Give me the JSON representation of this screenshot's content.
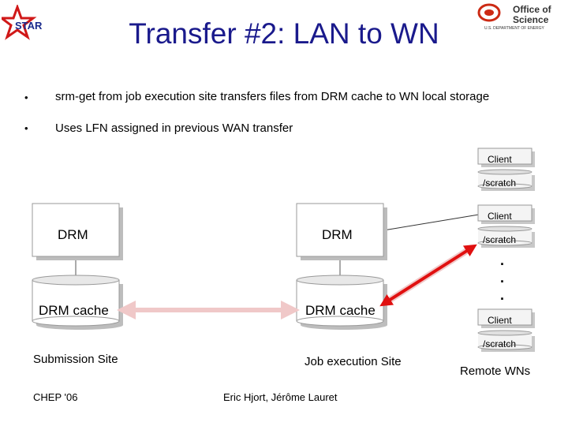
{
  "slide": {
    "title": "Transfer #2: LAN to WN",
    "logos": {
      "star": "STAR",
      "office_line1": "Office of",
      "office_line2": "Science",
      "office_sub": "U.S. DEPARTMENT OF ENERGY"
    },
    "bullets": [
      {
        "text": "srm-get from job execution site transfers files from DRM cache to WN local storage"
      },
      {
        "text": "Uses LFN assigned in previous WAN transfer"
      }
    ],
    "diagram": {
      "drm_label": "DRM",
      "drm_cache_label": "DRM cache",
      "submission_site": "Submission Site",
      "job_execution_site": "Job execution Site",
      "remote_wns": "Remote WNs",
      "client_label": "Client",
      "scratch_label": "/scratch",
      "ellipsis": ".",
      "transfer_arrow_color": "#e01010",
      "link_arrow_color": "#f0c8c8"
    },
    "footer": {
      "left": "CHEP '06",
      "center": "Eric Hjort, Jérôme Lauret"
    }
  }
}
